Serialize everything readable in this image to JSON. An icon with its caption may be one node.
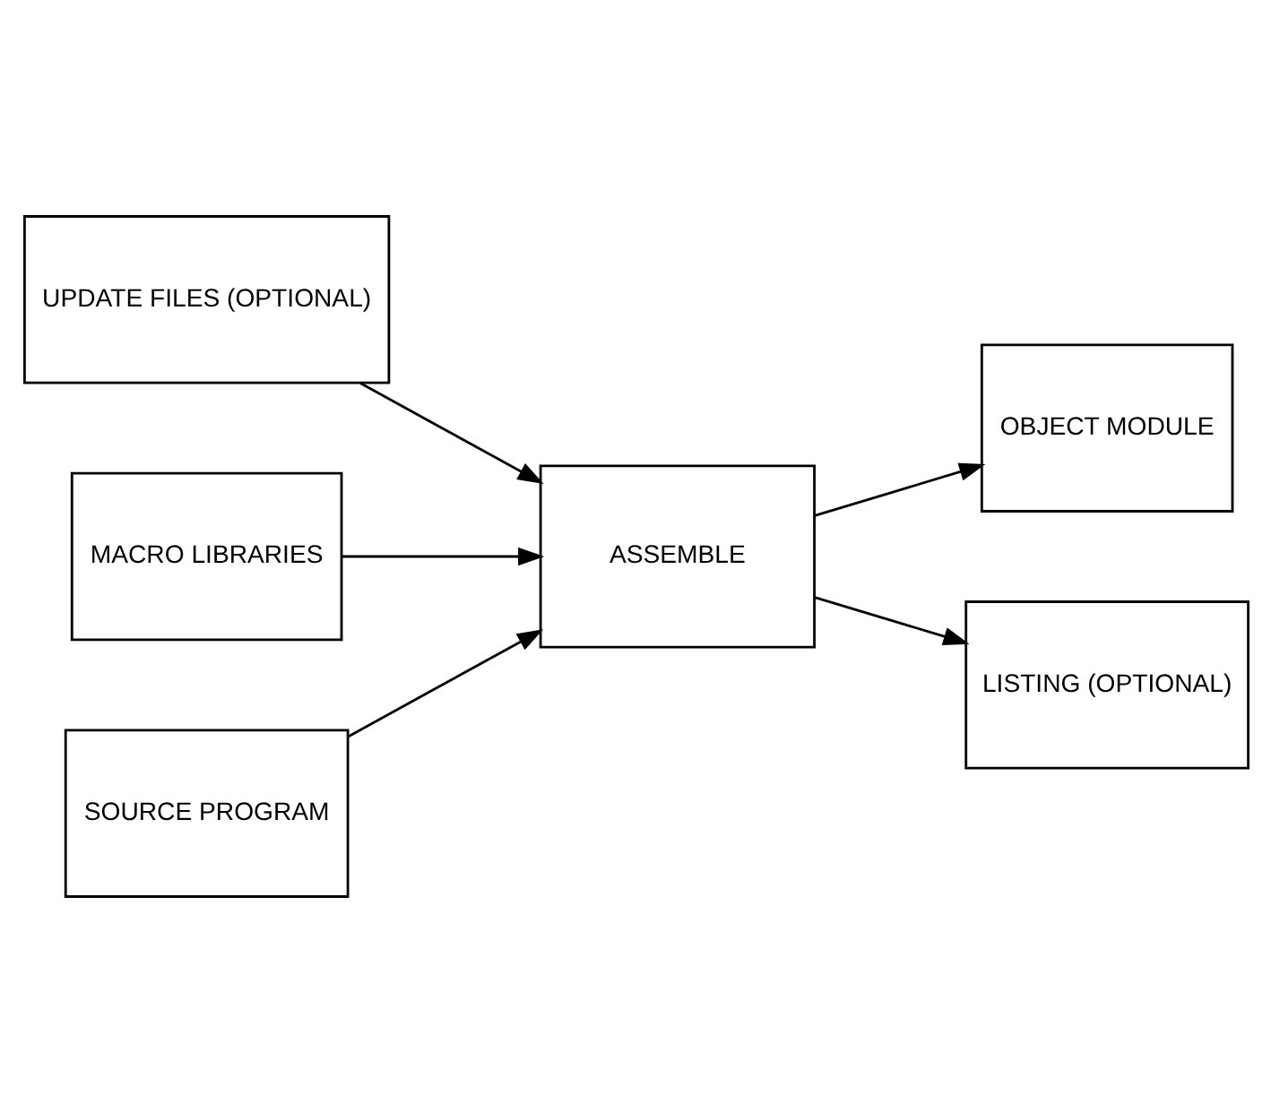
{
  "diagram": {
    "nodes": [
      {
        "text": [
          "UPDATE FILES (OPTIONAL)"
        ]
      },
      {
        "text": [
          "MACRO LIBRARIES"
        ]
      },
      {
        "text": [
          "SOURCE PROGRAM"
        ]
      },
      {
        "text": [
          "ASSEMBLE"
        ]
      },
      {
        "text": [
          "OBJECT MODULE"
        ]
      },
      {
        "text": [
          "LISTING (OPTIONAL)"
        ]
      }
    ],
    "edges": [
      {
        "from": 0,
        "to": 3,
        "arrow": "to"
      },
      {
        "from": 1,
        "to": 3,
        "arrow": "to"
      },
      {
        "from": 2,
        "to": 3,
        "arrow": "to"
      },
      {
        "from": 3,
        "to": 4,
        "arrow": "to"
      },
      {
        "from": 3,
        "to": 5,
        "arrow": "to"
      }
    ]
  }
}
